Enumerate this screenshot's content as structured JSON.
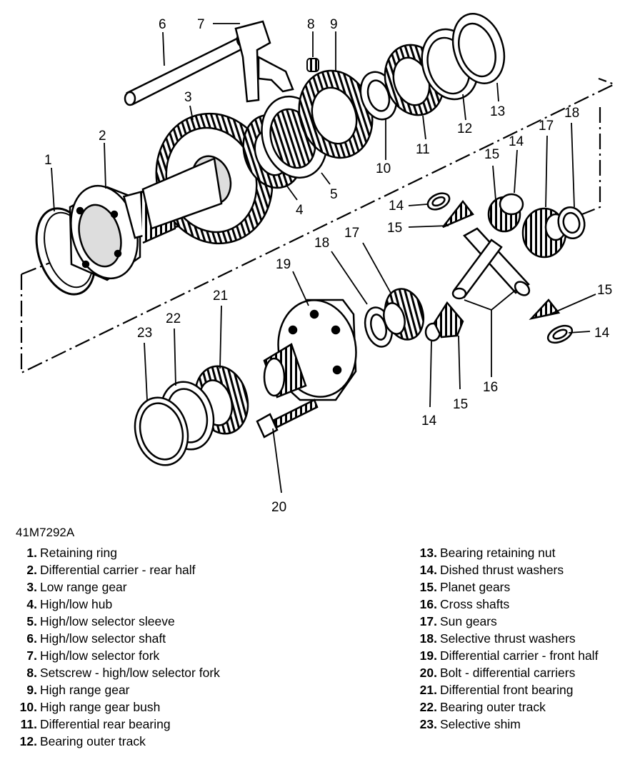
{
  "figure_code": "41M7292A",
  "callouts": [
    "1",
    "2",
    "3",
    "4",
    "5",
    "6",
    "7",
    "8",
    "9",
    "10",
    "11",
    "12",
    "13",
    "14",
    "15",
    "16",
    "17",
    "18",
    "19",
    "20",
    "21",
    "22",
    "23"
  ],
  "legend_left": [
    {
      "num": "1.",
      "text": "Retaining ring"
    },
    {
      "num": "2.",
      "text": "Differential carrier - rear half"
    },
    {
      "num": "3.",
      "text": "Low range gear"
    },
    {
      "num": "4.",
      "text": "High/low hub"
    },
    {
      "num": "5.",
      "text": "High/low selector sleeve"
    },
    {
      "num": "6.",
      "text": "High/low selector shaft"
    },
    {
      "num": "7.",
      "text": "High/low selector fork"
    },
    {
      "num": "8.",
      "text": "Setscrew - high/low selector fork"
    },
    {
      "num": "9.",
      "text": "High range gear"
    },
    {
      "num": "10.",
      "text": "High range gear bush"
    },
    {
      "num": "11.",
      "text": "Differential rear bearing"
    },
    {
      "num": "12.",
      "text": "Bearing outer track"
    }
  ],
  "legend_right": [
    {
      "num": "13.",
      "text": "Bearing retaining nut"
    },
    {
      "num": "14.",
      "text": "Dished thrust washers"
    },
    {
      "num": "15.",
      "text": "Planet gears"
    },
    {
      "num": "16.",
      "text": "Cross shafts"
    },
    {
      "num": "17.",
      "text": "Sun gears"
    },
    {
      "num": "18.",
      "text": "Selective thrust washers"
    },
    {
      "num": "19.",
      "text": "Differential carrier - front half"
    },
    {
      "num": "20.",
      "text": "Bolt - differential carriers"
    },
    {
      "num": "21.",
      "text": "Differential front bearing"
    },
    {
      "num": "22.",
      "text": "Bearing outer track"
    },
    {
      "num": "23.",
      "text": "Selective shim"
    }
  ]
}
